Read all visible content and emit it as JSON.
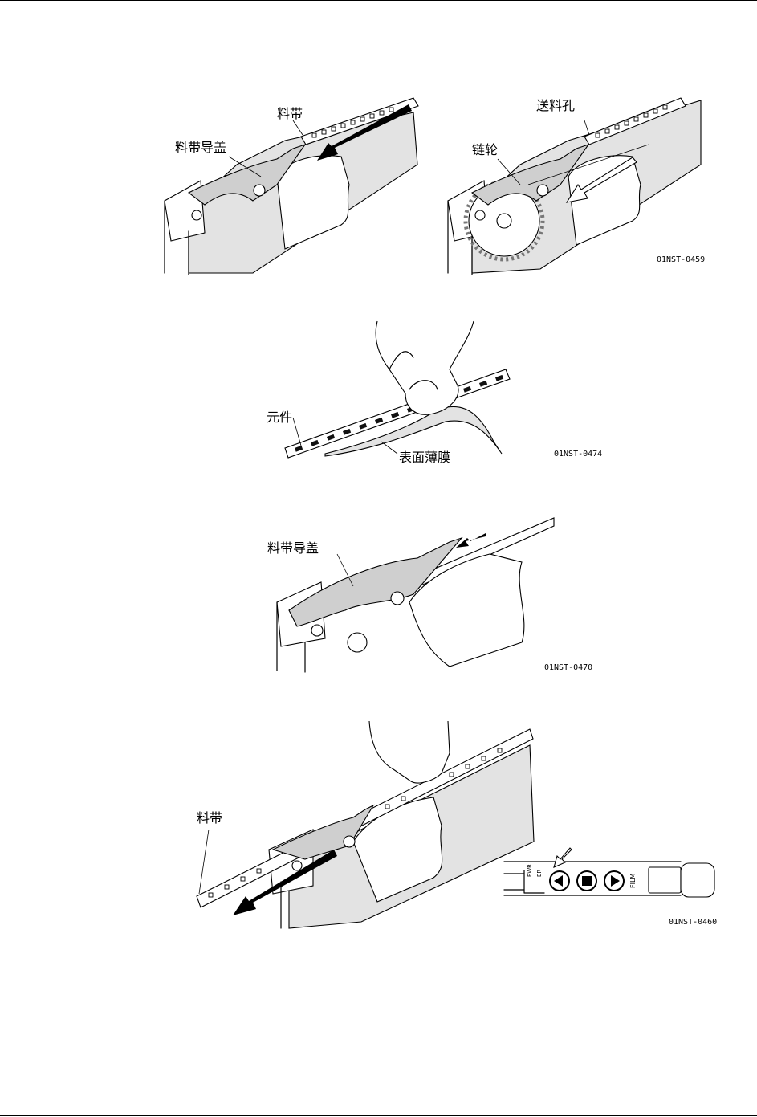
{
  "figures": [
    {
      "id": "fig1",
      "labels": {
        "tape": "料带",
        "tape_guide_cover": "料带导盖"
      }
    },
    {
      "id": "fig2",
      "labels": {
        "feed_hole": "送料孔",
        "sprocket": "链轮"
      },
      "code": "01NST-0459"
    },
    {
      "id": "fig3",
      "labels": {
        "component": "元件",
        "surface_film": "表面薄膜"
      },
      "code": "01NST-0474"
    },
    {
      "id": "fig4",
      "labels": {
        "tape_guide_cover": "料带导盖"
      },
      "code": "01NST-0470"
    },
    {
      "id": "fig5",
      "labels": {
        "tape": "料带"
      },
      "code": "01NST-0460",
      "panel": {
        "left_text_1": "PWR",
        "left_text_2": "ER",
        "right_text": "FILM"
      }
    }
  ]
}
